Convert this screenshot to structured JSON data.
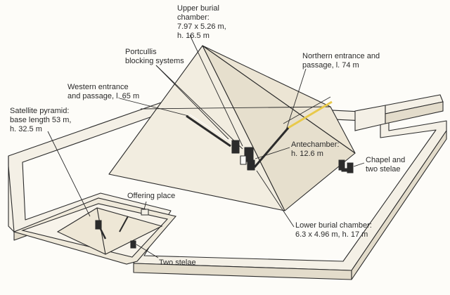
{
  "labels": {
    "upper_chamber": {
      "line1": "Upper burial",
      "line2": "chamber:",
      "line3": "7.97 x 5.26 m,",
      "line4": "h. 16.5 m"
    },
    "portcullis": {
      "line1": "Portcullis",
      "line2": "blocking systems"
    },
    "northern_entrance": {
      "line1": "Northern entrance and",
      "line2": "passage, l. 74 m"
    },
    "western_entrance": {
      "line1": "Western entrance",
      "line2": "and passage, l. 65 m"
    },
    "satellite_pyramid": {
      "line1": "Satellite pyramid:",
      "line2": "base length 53 m,",
      "line3": "h. 32.5 m"
    },
    "antechamber": {
      "line1": "Antechamber:",
      "line2": "h. 12.6 m"
    },
    "chapel": {
      "line1": "Chapel and",
      "line2": "two stelae"
    },
    "offering_place": {
      "line1": "Offering place"
    },
    "lower_chamber": {
      "line1": "Lower burial chamber:",
      "line2": "6.3 x 4.96 m, h. 17 m"
    },
    "two_stelae": {
      "line1": "Two stelae"
    }
  },
  "colors": {
    "line": "#2b2b2b",
    "wall_top": "#f4f0e6",
    "wall_side": "#e3dccb",
    "pyramid_light": "#f2ede0",
    "pyramid_shade": "#e6dfcd",
    "passage_highlight": "#e8c94a",
    "ground": "#fdfcf8"
  }
}
